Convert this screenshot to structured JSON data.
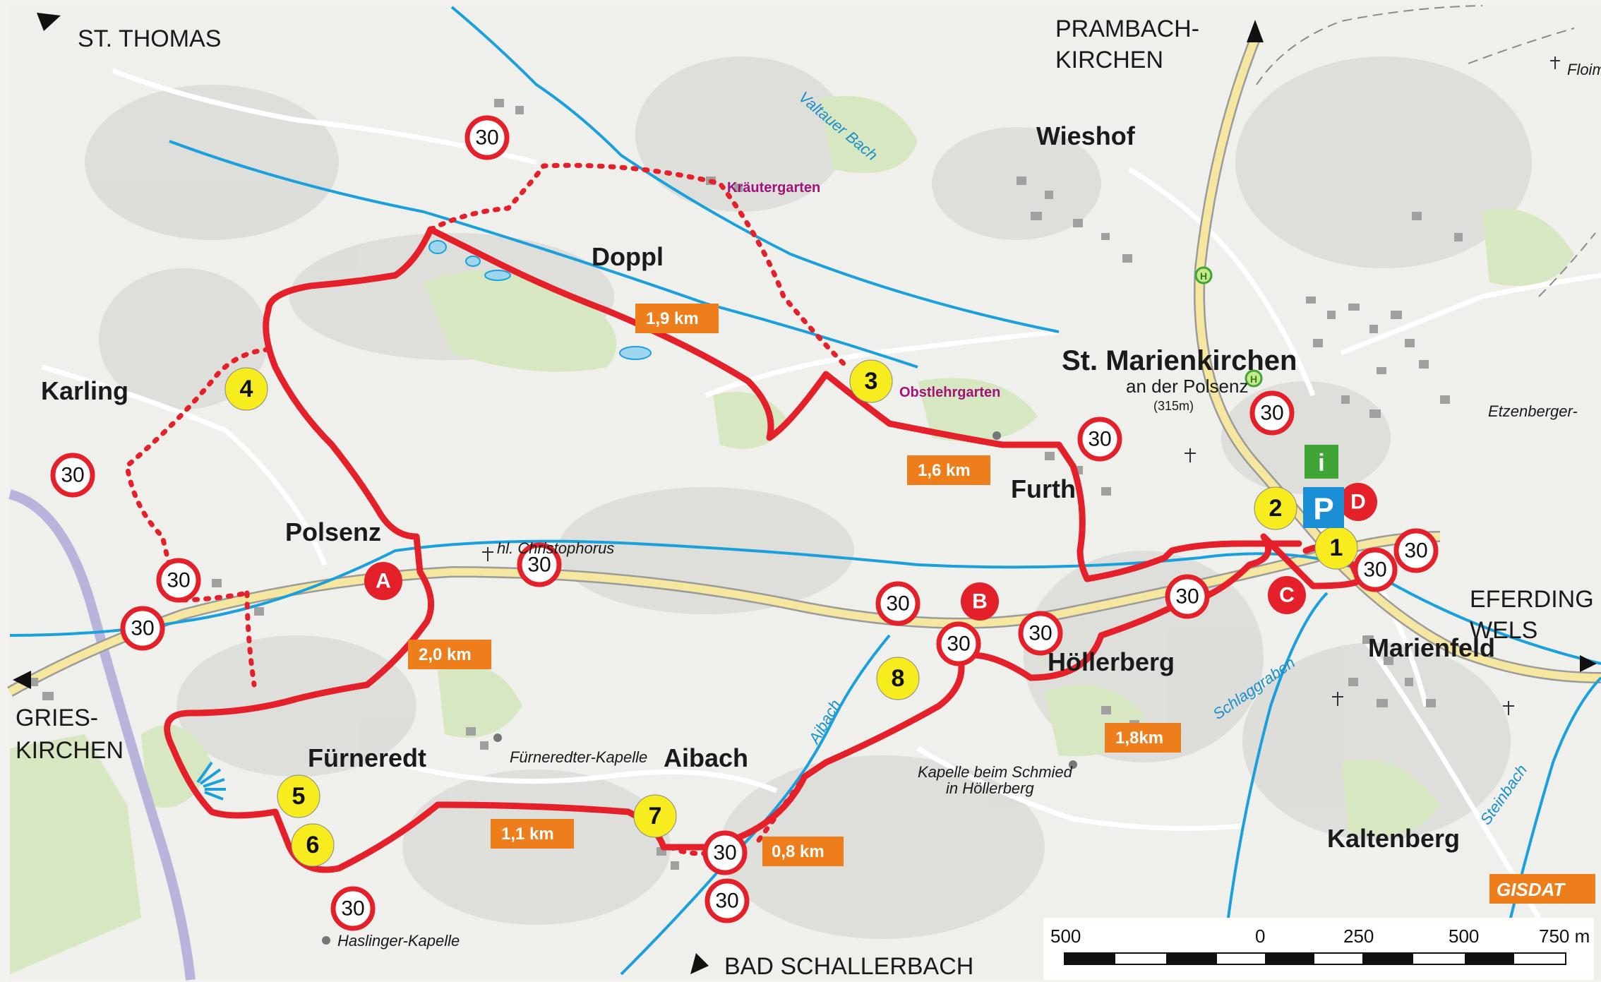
{
  "places": {
    "st_thomas": "ST. THOMAS",
    "prambach_1": "PRAMBACH-",
    "prambach_2": "KIRCHEN",
    "wieshof": "Wieshof",
    "doppl": "Doppl",
    "st_marienkirchen": "St. Marienkirchen",
    "an_der_polsenz": "an der Polsenz",
    "elevation": "(315m)",
    "karling": "Karling",
    "polsenz": "Polsenz",
    "furth": "Furth",
    "hollerberg": "Höllerberg",
    "marienfeld": "Marienfeld",
    "furneredt": "Fürneredt",
    "aibach": "Aibach",
    "kaltenberg": "Kaltenberg",
    "floim": "Floim",
    "etzenberger": "Etzenberger-",
    "eferding": "EFERDING",
    "wels": "WELS",
    "gries_1": "GRIES-",
    "gries_2": "KIRCHEN",
    "bad_schallerbach": "BAD SCHALLERBACH"
  },
  "pois": {
    "krautergarten": "Kräutergarten",
    "obstlehrgarten": "Obstlehrgarten",
    "christophorus": "hl. Christophorus",
    "furneredter_kapelle": "Fürneredter-Kapelle",
    "kapelle_schmied_1": "Kapelle beim Schmied",
    "kapelle_schmied_2": "in Höllerberg",
    "haslinger_kapelle": "Haslinger-Kapelle"
  },
  "waters": {
    "valtauer_bach": "Valtauer Bach",
    "aibach": "Aibach",
    "schlaggraben": "Schlaggraben",
    "steinbach": "Steinbach"
  },
  "distances": [
    "1,9 km",
    "1,6 km",
    "2,0 km",
    "1,8km",
    "1,1 km",
    "0,8 km"
  ],
  "speed_limit": "30",
  "waypoints": [
    "1",
    "2",
    "3",
    "4",
    "5",
    "6",
    "7",
    "8"
  ],
  "stations": [
    "A",
    "B",
    "C",
    "D"
  ],
  "icons": {
    "info": "i",
    "parking": "P",
    "bus_stop": "H"
  },
  "scale": {
    "labels": [
      "500",
      "0",
      "250",
      "500",
      "750 m"
    ]
  },
  "brand": "GISDAT",
  "colors": {
    "route": "#e4202a",
    "river": "#1aa0dc",
    "main_road": "#f5e6a0",
    "boundary": "#b8b4dc",
    "forest": "#d7e7c1",
    "waypoint": "#f7ec1d",
    "distance_box": "#ee7d1c",
    "info_green": "#3fa535",
    "parking_blue": "#1b8fd6"
  }
}
